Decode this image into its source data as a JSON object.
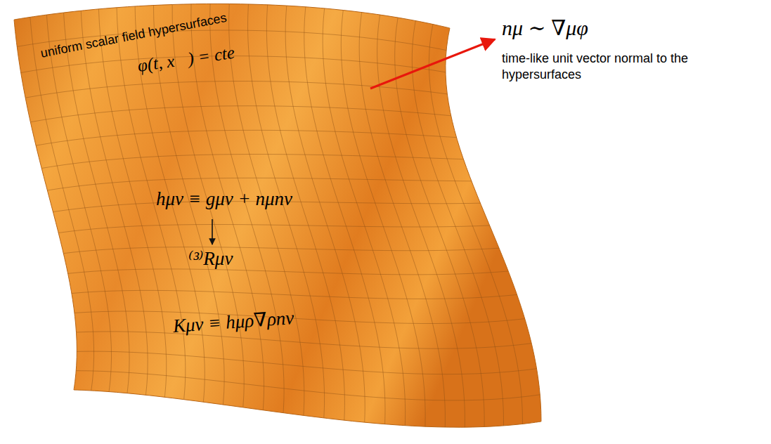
{
  "diagram": {
    "nodes": [
      {
        "text": [
          "uniform scalar field hypersurfaces",
          "φ(t, x⃗) = cte",
          "hμν ≡ gμν + nμnν",
          "⁽³⁾Rμν",
          "Kμν ≡ hμρ∇ρnν"
        ]
      }
    ],
    "labels": [
      "nμ ∼ ∇μφ",
      "time-like unit vector normal to the hypersurfaces"
    ]
  }
}
